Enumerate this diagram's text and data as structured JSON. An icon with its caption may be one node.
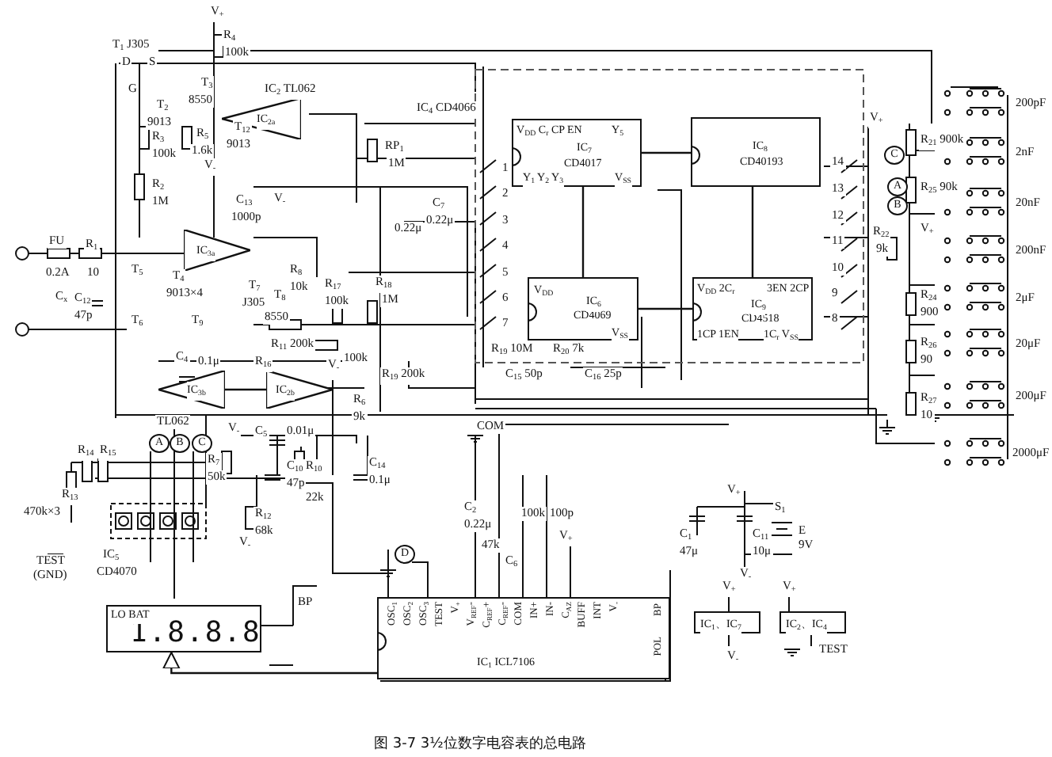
{
  "diagram": {
    "caption": "图 3-7 3½位数字电容表的总电路",
    "nodes": [
      {
        "text": [
          "IC$_{2a}$"
        ]
      },
      {
        "text": [
          "IC$_{3a}$"
        ]
      },
      {
        "text": [
          "IC$_{3b}$"
        ],
        "beside": [
          "TL062"
        ]
      },
      {
        "text": [
          "IC$_{2b}$"
        ]
      },
      {
        "text": [
          "V$_{DD}$ C$_{r}$ CP EN",
          "Y$_{5}$",
          "IC$_{7}$",
          "CD4017",
          "Y$_{1}$ Y$_{2}$ Y$_{3}$",
          "V$_{SS}$"
        ]
      },
      {
        "text": [
          "IC$_{8}$",
          "CD40193"
        ]
      },
      {
        "text": [
          "V$_{DD}$",
          "IC$_{6}$",
          "CD4069",
          "V$_{SS}$"
        ]
      },
      {
        "text": [
          "V$_{DD}$ 2C$_{r}$",
          "3EN 2CP",
          "IC$_{9}$",
          "CD4518",
          "1CP 1EN",
          "1C$_{r}$ V$_{SS}$"
        ]
      },
      {
        "text": [
          "OSC$_{1}$",
          "OSC$_{2}$",
          "OSC$_{3}$",
          "TEST",
          "V$_{+}$",
          "V$_{REF}$-",
          "C$_{REF}$+",
          "C$_{REF}$-",
          "COM",
          "IN+",
          "IN-",
          "C$_{AZ}$",
          "BUFF",
          "INT",
          "V$_{-}$",
          "IC$_{1}$ ICL7106",
          "BP",
          "POL"
        ]
      },
      {
        "text": [
          "LO BAT",
          "1.8.8.8"
        ]
      },
      {
        "text": [
          "IC$_{1}$、IC$_{7}$"
        ]
      },
      {
        "text": [
          "IC$_{2}$、IC$_{4}$"
        ]
      }
    ],
    "edges": [
      {
        "from": 8,
        "to": 9,
        "arrow": "to"
      },
      {
        "from": 4,
        "to": 5,
        "arrow": "none"
      },
      {
        "from": 6,
        "to": 7,
        "arrow": "none"
      },
      {
        "from": 4,
        "to": 6,
        "arrow": "none"
      },
      {
        "from": 5,
        "to": 7,
        "arrow": "none"
      },
      {
        "from": 3,
        "to": 2,
        "arrow": "none"
      }
    ],
    "labels": [
      "V$_{+}$",
      "R$_{4}$",
      "T$_{1}$ J305",
      "100k",
      "D",
      "S",
      "T$_{3}$",
      "8550",
      "G",
      "T$_{2}$",
      "9013",
      "IC$_{2}$ TL062",
      "T$_{12}$",
      "9013",
      "R$_{3}$",
      "100k",
      "R$_{5}$",
      "1.6k",
      "V$_{-}$",
      "RP$_{1}$",
      "1M",
      "IC$_{4}$ CD4066",
      "R$_{2}$",
      "1M",
      "C$_{13}$",
      "1000p",
      "V$_{-}$",
      "C$_{7}$",
      "0.22μ",
      "0.22μ",
      "FU",
      "0.2A",
      "R$_{1}$",
      "10",
      "C$_{x}$",
      "C$_{12}$",
      "47p",
      "T$_{7}$",
      "J305",
      "T$_{5}$",
      "T$_{6}$",
      "T$_{4}$",
      "9013×4",
      "T$_{8}$",
      "8550",
      "R$_{8}$",
      "10k",
      "T$_{9}$",
      "R$_{11}$ 200k",
      "R$_{17}$",
      "100k",
      "R$_{18}$",
      "1M",
      "R$_{16}$",
      "100k",
      "R$_{19}$ 200k",
      "C$_{4}$",
      "0.1μ",
      "V$_{-}$",
      "R$_{6}$",
      "9k",
      "V$_{-}$",
      "C$_{5}$",
      "0.01μ",
      "COM",
      "A",
      "B",
      "C",
      "R$_{7}$",
      "50k",
      "C$_{10}$",
      "47p",
      "R$_{10}$",
      "22k",
      "C$_{14}$",
      "0.1μ",
      "R$_{13}$",
      "470k×3",
      "R$_{14}$",
      "R$_{15}$",
      "R$_{12}$",
      "68k",
      "V$_{-}$",
      "TEST",
      "(GND)",
      "IC$_{5}$",
      "CD4070",
      "D",
      "BP",
      "C$_{2}$",
      "0.22μ",
      "V$_{+}$",
      "47k",
      "C$_{6}$",
      "100k",
      "100p",
      "V$_{+}$",
      "C$_{1}$",
      "47μ",
      "C$_{11}$",
      "10μ",
      "S$_{1}$",
      "E",
      "9V",
      "V$_{-}$",
      "V$_{+}$",
      "V$_{+}$",
      "V$_{-}$",
      "TEST",
      "R$_{19}$ 10M",
      "R$_{20}$ 7k",
      "C$_{15}$ 50p",
      "C$_{16}$ 25p",
      "1",
      "2",
      "3",
      "4",
      "5",
      "6",
      "7",
      "14",
      "13",
      "12",
      "11",
      "10",
      "9",
      "8",
      "V$_{+}$",
      "R$_{22}$",
      "9k",
      "V$_{+}$",
      "R$_{21}$ 900k",
      "R$_{25}$ 90k",
      "R$_{24}$",
      "900",
      "R$_{26}$",
      "90",
      "R$_{27}$",
      "10",
      "C",
      "A",
      "B",
      "200pF",
      "2nF",
      "20nF",
      "200nF",
      "2μF",
      "20μF",
      "200μF",
      "2000μF"
    ]
  }
}
